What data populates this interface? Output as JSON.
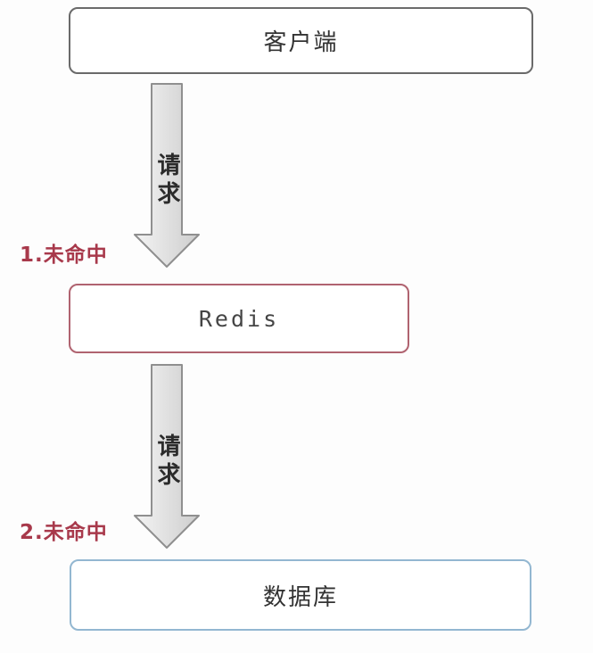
{
  "diagram": {
    "type": "flow",
    "nodes": [
      {
        "id": "client",
        "label": "客户端",
        "border_color": "#6a6a6a",
        "text_color": "#333333"
      },
      {
        "id": "redis",
        "label": "Redis",
        "border_color": "#b06370",
        "text_color": "#454545"
      },
      {
        "id": "database",
        "label": "数据库",
        "border_color": "#93b7d1",
        "text_color": "#333333"
      }
    ],
    "arrows": [
      {
        "from": "client",
        "to": "redis",
        "label": "请求"
      },
      {
        "from": "redis",
        "to": "database",
        "label": "请求"
      }
    ],
    "annotations": [
      {
        "step": 1,
        "text": "1.未命中",
        "color": "#a8394b"
      },
      {
        "step": 2,
        "text": "2.未命中",
        "color": "#a8394b"
      }
    ],
    "arrow_style": {
      "fill_light": "#f4f4f4",
      "fill_dark": "#cdcdcd",
      "stroke": "#8f8f8f"
    }
  }
}
